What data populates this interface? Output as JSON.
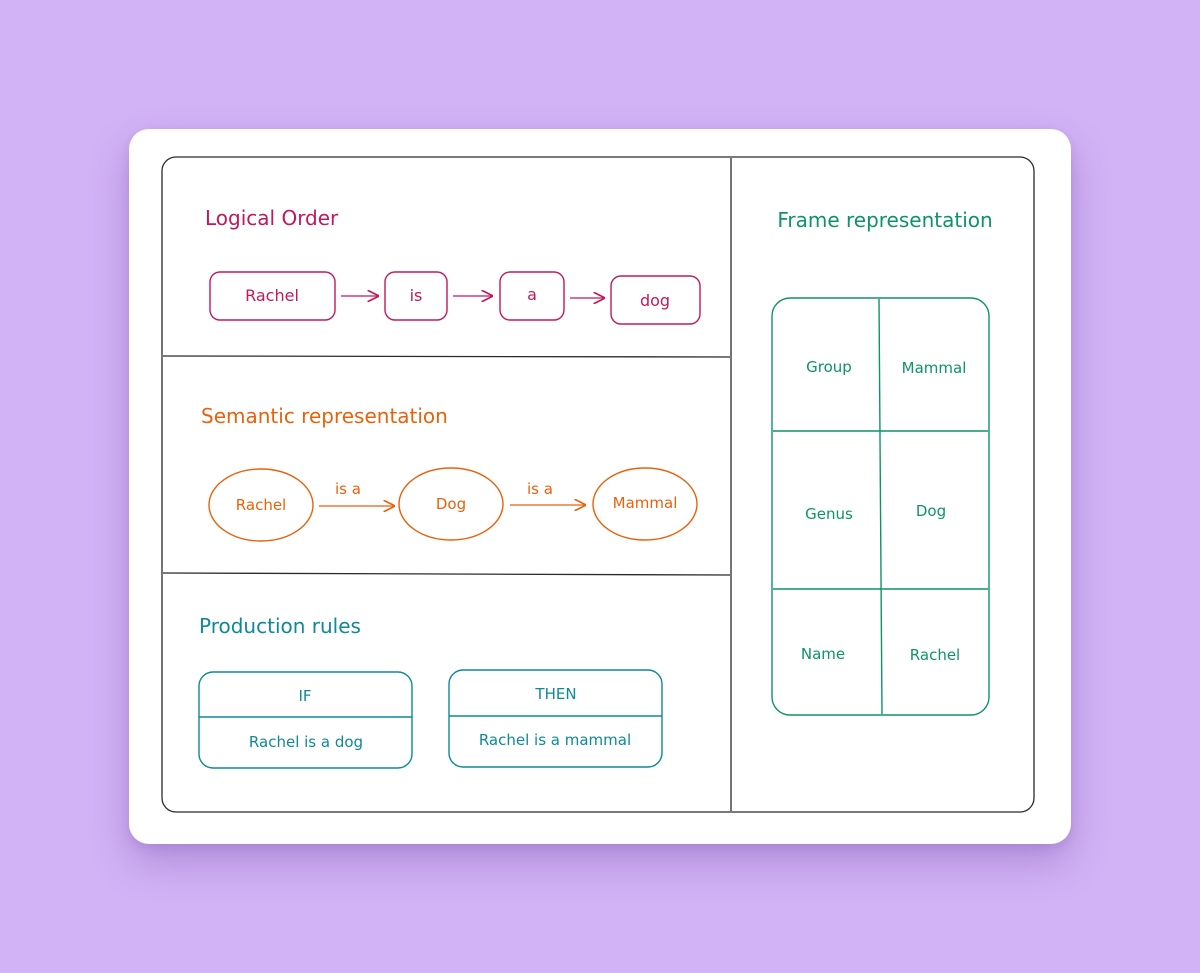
{
  "colors": {
    "background": "#d2b3f6",
    "card": "#ffffff",
    "frame_line": "#2b2b2b",
    "logical": "#c2185b",
    "semantic": "#e8620c",
    "production": "#0e8996",
    "frame": "#0d9466"
  },
  "logical_order": {
    "title": "Logical Order",
    "tokens": [
      "Rachel",
      "is",
      "a",
      "dog"
    ]
  },
  "semantic": {
    "title": "Semantic representation",
    "nodes": [
      "Rachel",
      "Dog",
      "Mammal"
    ],
    "edges": [
      "is a",
      "is a"
    ]
  },
  "production": {
    "title": "Production rules",
    "if_header": "IF",
    "if_body": "Rachel is a dog",
    "then_header": "THEN",
    "then_body": "Rachel is a mammal"
  },
  "frame": {
    "title": "Frame representation",
    "rows": [
      {
        "key": "Group",
        "value": "Mammal"
      },
      {
        "key": "Genus",
        "value": "Dog"
      },
      {
        "key": "Name",
        "value": "Rachel"
      }
    ]
  }
}
